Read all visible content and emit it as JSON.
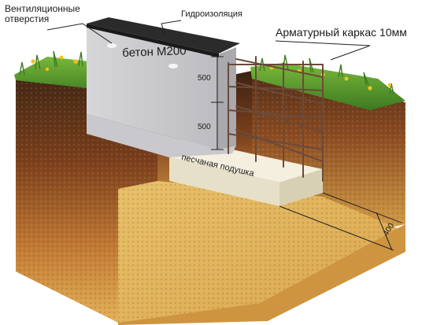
{
  "labels": {
    "vent_line1": "Вентиляционные",
    "vent_line2": "отверстия",
    "waterproofing": "Гидроизоляция",
    "rebar_cage": "Арматурный каркас 10мм",
    "concrete": "бетон М200",
    "dim_upper": "500",
    "dim_lower": "500",
    "sand_cushion": "песчаная подушка",
    "width": "400"
  },
  "colors": {
    "grass": "#4f9a2a",
    "flower": "#f2c21a",
    "soil_top": "#4a2d18",
    "soil_mid": "#7a3f1c",
    "soil_bottom": "#d9a44a",
    "concrete": "#cfcfd2",
    "waterproofing": "#2b2b2b",
    "sand": "#ece6d2",
    "rebar": "#6b4a3a"
  }
}
